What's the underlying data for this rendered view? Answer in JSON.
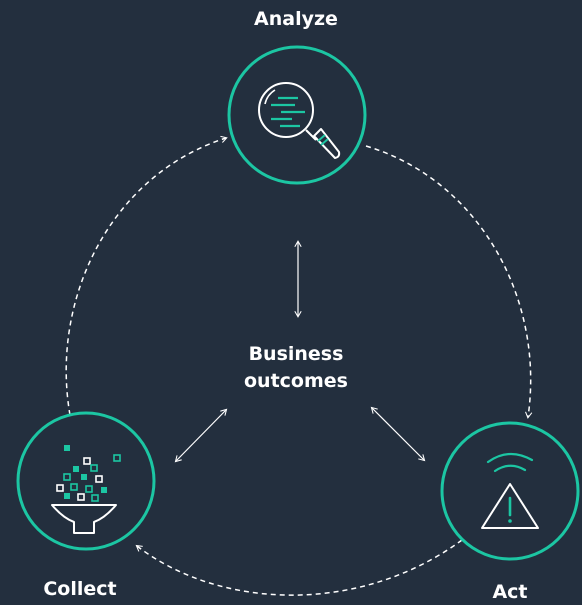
{
  "diagram": {
    "nodes": {
      "analyze": {
        "label": "Analyze",
        "icon": "magnifier-icon"
      },
      "collect": {
        "label": "Collect",
        "icon": "funnel-icon"
      },
      "act": {
        "label": "Act",
        "icon": "warning-signal-icon"
      }
    },
    "center": {
      "line1": "Business",
      "line2": "outcomes"
    },
    "colors": {
      "background": "#232f3e",
      "accent": "#1cc6a3",
      "line": "#ffffff",
      "text": "#ffffff"
    }
  }
}
